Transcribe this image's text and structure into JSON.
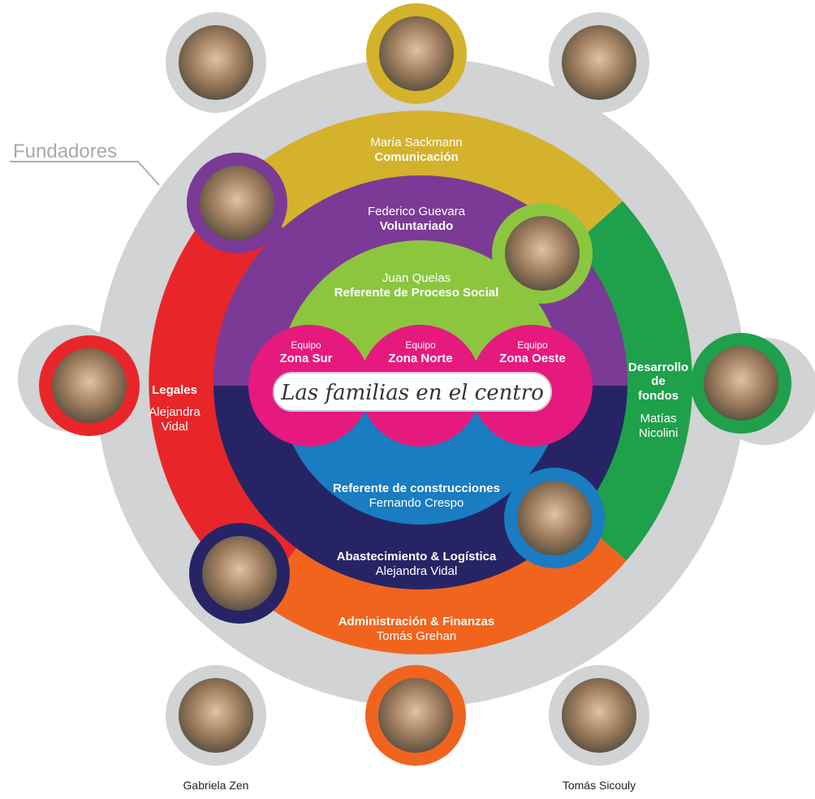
{
  "founders_label": "Fundadores",
  "center_tagline": "Las familias en el centro",
  "rings": {
    "comunicacion": {
      "name": "María Sackmann",
      "role": "Comunicación",
      "color": "#d4b22c"
    },
    "voluntariado": {
      "name": "Federico Guevara",
      "role": "Voluntariado",
      "color": "#7b3a96"
    },
    "proceso_social": {
      "name": "Juan Quelas",
      "role": "Referente de Proceso Social",
      "color": "#8cc63f"
    },
    "construcciones": {
      "role": "Referente de construcciones",
      "name": "Fernando Crespo",
      "color": "#1a7cc1"
    },
    "abastecimiento": {
      "role": "Abastecimiento & Logística",
      "name": "Alejandra Vidal",
      "color": "#262465"
    },
    "administracion": {
      "role": "Administración & Finanzas",
      "name": "Tomás Grehan",
      "color": "#f0641e"
    },
    "legales": {
      "role": "Legales",
      "name_line1": "Alejandra",
      "name_line2": "Vidal",
      "color": "#e8262a"
    },
    "desarrollo": {
      "role_line1": "Desarrollo",
      "role_line2": "de",
      "role_line3": "fondos",
      "name_line1": "Matías",
      "name_line2": "Nicolini",
      "color": "#1fa04a"
    }
  },
  "equipos": [
    {
      "small": "Equipo",
      "zone": "Zona Sur"
    },
    {
      "small": "Equipo",
      "zone": "Zona Norte"
    },
    {
      "small": "Equipo",
      "zone": "Zona Oeste"
    }
  ],
  "founders": [
    {
      "name": "Gabriela Zen"
    },
    {
      "name": "Tomás Sicouly"
    }
  ],
  "colors": {
    "outer_ring": "#d1d3d4",
    "equipo": "#e6197e",
    "founder_dark": "#b3b3b3"
  }
}
